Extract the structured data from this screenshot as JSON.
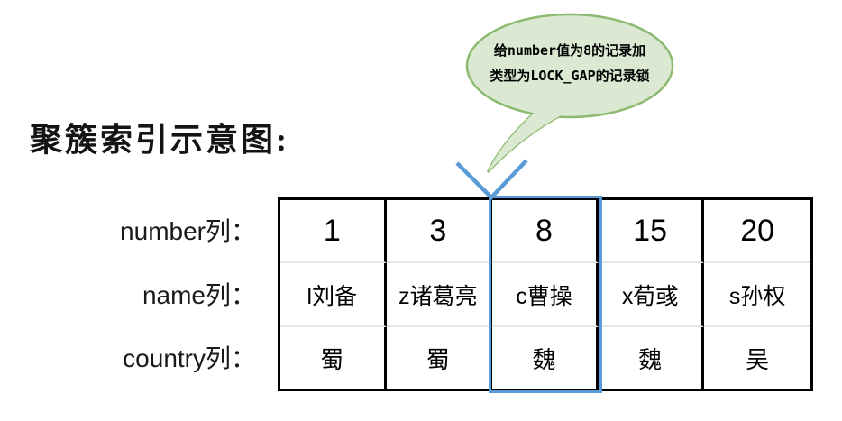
{
  "title": "聚簇索引示意图:",
  "callout": {
    "line1": "给number值为8的记录加",
    "line2": "类型为LOCK_GAP的记录锁"
  },
  "table": {
    "row_labels": [
      "number列：",
      "name列：",
      "country列："
    ],
    "rows": [
      [
        "1",
        "3",
        "8",
        "15",
        "20"
      ],
      [
        "l刘备",
        "z诸葛亮",
        "c曹操",
        "x荀彧",
        "s孙权"
      ],
      [
        "蜀",
        "蜀",
        "魏",
        "魏",
        "吴"
      ]
    ],
    "highlighted_column": {
      "index": 2,
      "number_value": "8"
    }
  },
  "colors": {
    "callout_fill": "#dbe9d2",
    "callout_border": "#8cba70",
    "highlight_blue": "#5b9bd5",
    "table_border": "#000000",
    "row_divider": "#e7e7e7"
  }
}
